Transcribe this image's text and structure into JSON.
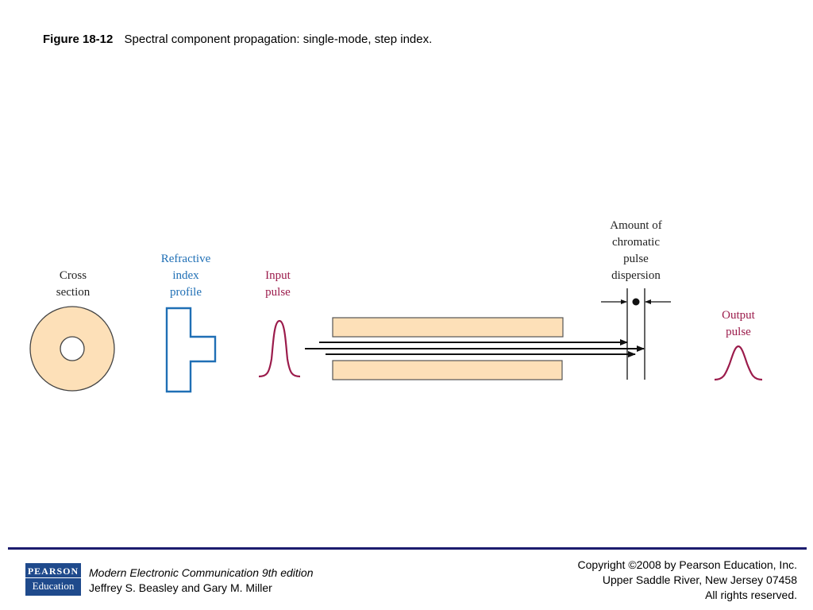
{
  "caption": {
    "number": "Figure 18-12",
    "text": "Spectral component propagation: single-mode, step index."
  },
  "diagram": {
    "labels": {
      "cross_section": [
        "Cross",
        "section"
      ],
      "refractive_index_profile": [
        "Refractive",
        "index",
        "profile"
      ],
      "input_pulse": [
        "Input",
        "pulse"
      ],
      "dispersion": [
        "Amount of",
        "chromatic",
        "pulse",
        "dispersion"
      ],
      "output_pulse": [
        "Output",
        "pulse"
      ]
    },
    "colors": {
      "cladding_fill": "#fde0b8",
      "outline": "#333333",
      "profile_blue": "#1f6fb5",
      "pulse_red": "#9b1b4b",
      "label_blue": "#1f6fb5",
      "label_red": "#9b1b4b",
      "label_black": "#222222"
    }
  },
  "footer": {
    "logo_top": "PEARSON",
    "logo_bottom": "Education",
    "book_title": "Modern Electronic Communication 9th edition",
    "book_authors": "Jeffrey S. Beasley and Gary M. Miller",
    "copyright_line1": "Copyright ©2008 by Pearson Education, Inc.",
    "copyright_line2": "Upper Saddle River, New Jersey 07458",
    "copyright_line3": "All rights reserved."
  }
}
